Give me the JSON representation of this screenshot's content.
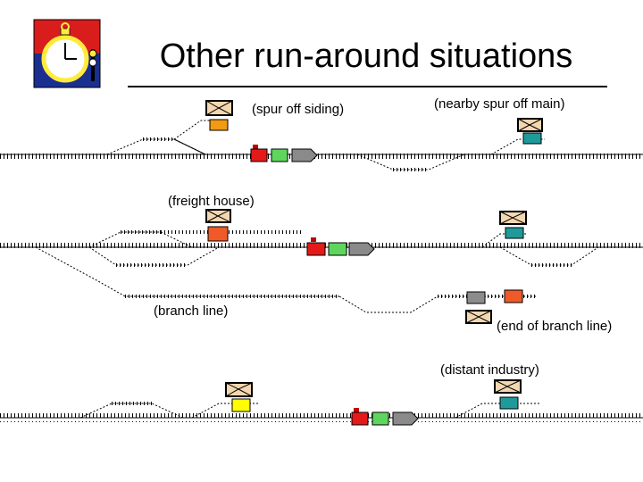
{
  "slide": {
    "title": "Other run-around situations"
  },
  "labels": {
    "spur_off_siding": "(spur off siding)",
    "nearby_spur_off_main": "(nearby spur off main)",
    "freight_house": "(freight house)",
    "branch_line": "(branch line)",
    "end_of_branch_line": "(end of branch line)",
    "distant_industry": "(distant industry)"
  },
  "colors": {
    "track": "#000000",
    "locomotive_red": "#e41a1a",
    "locomotive_green": "#5ed65e",
    "locomotive_gray": "#8a8a8a",
    "car_orange": "#f29a12",
    "car_teal": "#1f9a9a",
    "car_red": "#f05a28",
    "car_yellow": "#ffff00",
    "car_gray": "#8c8c8c",
    "envelope_fill": "#f3d7b0",
    "logo_red": "#d91c1c",
    "logo_blue": "#1a2f8f",
    "logo_clock": "#ffeb3b"
  },
  "icons": {
    "logo": "stopwatch-signal-icon",
    "waybill": "envelope-icon"
  }
}
